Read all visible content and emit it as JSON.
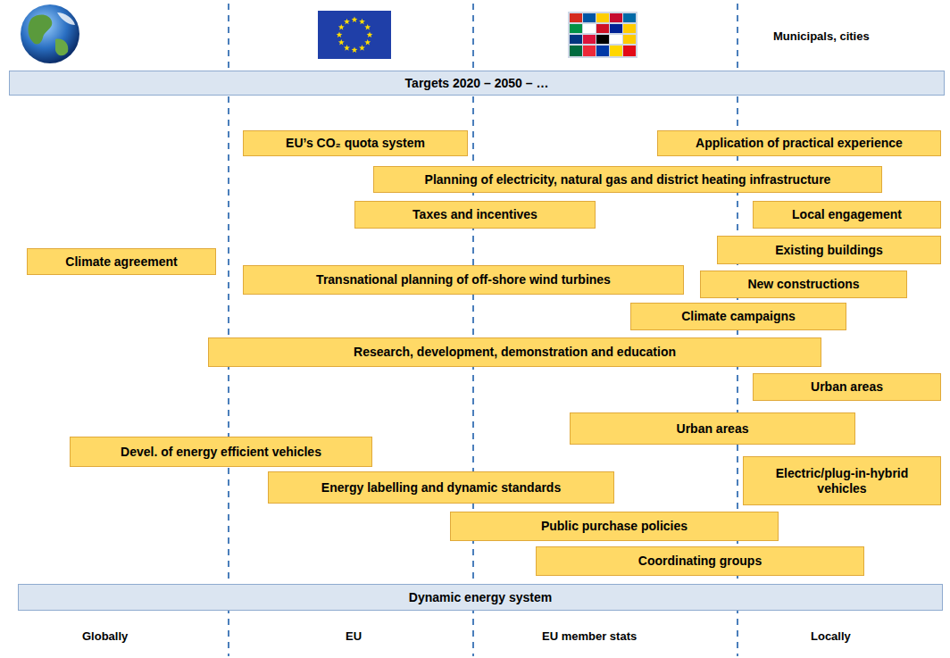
{
  "diagram": {
    "nodes": [
      {
        "text": [
          "Targets 2020 – 2050 – …"
        ]
      },
      {
        "text": [
          "EU’s CO₂ quota system"
        ]
      },
      {
        "text": [
          "Application of practical experience"
        ]
      },
      {
        "text": [
          "Planning of electricity, natural gas and district heating infrastructure"
        ]
      },
      {
        "text": [
          "Taxes and incentives"
        ]
      },
      {
        "text": [
          "Local engagement"
        ]
      },
      {
        "text": [
          "Existing buildings"
        ]
      },
      {
        "text": [
          "Climate agreement"
        ]
      },
      {
        "text": [
          "Transnational planning of off-shore wind turbines"
        ]
      },
      {
        "text": [
          "New constructions"
        ]
      },
      {
        "text": [
          "Climate campaigns"
        ]
      },
      {
        "text": [
          "Research, development, demonstration and education"
        ]
      },
      {
        "text": [
          "Urban areas"
        ]
      },
      {
        "text": [
          "Urban areas"
        ]
      },
      {
        "text": [
          "Devel. of energy efficient vehicles"
        ]
      },
      {
        "text": [
          "Electric/plug-in-hybrid vehicles"
        ]
      },
      {
        "text": [
          "Energy labelling and dynamic standards"
        ]
      },
      {
        "text": [
          "Public purchase policies"
        ]
      },
      {
        "text": [
          "Coordinating groups"
        ]
      },
      {
        "text": [
          "Dynamic energy system"
        ]
      }
    ],
    "labels": [
      "Municipals, cities",
      "Globally",
      "EU",
      "EU member stats",
      "Locally"
    ]
  }
}
